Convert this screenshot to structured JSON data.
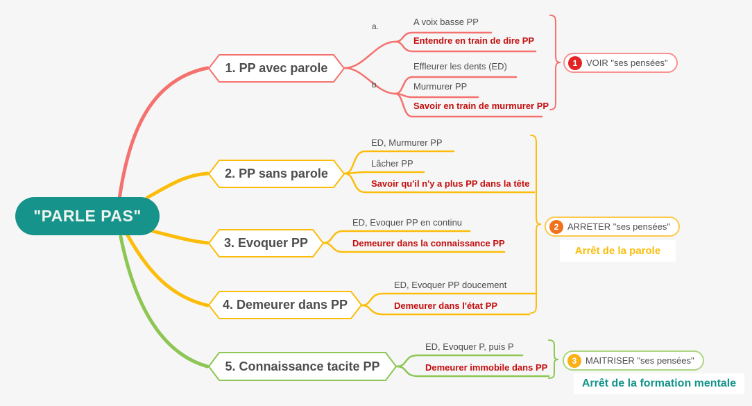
{
  "root": {
    "label": "\"PARLE PAS\""
  },
  "branches": [
    {
      "label": "1. PP avec parole",
      "color": "#f4716e",
      "forks": [
        "a.",
        "b."
      ],
      "leaves": [
        {
          "label": "A voix basse PP",
          "emphasis": false
        },
        {
          "label": "Entendre en train de dire PP",
          "emphasis": true
        },
        {
          "label": "Effleurer les dents (ED)",
          "emphasis": false
        },
        {
          "label": "Murmurer PP",
          "emphasis": false
        },
        {
          "label": "Savoir en train de murmurer PP",
          "emphasis": true
        }
      ]
    },
    {
      "label": "2. PP sans parole",
      "color": "#fbbd0a",
      "leaves": [
        {
          "label": "ED, Murmurer PP",
          "emphasis": false
        },
        {
          "label": "Lâcher PP",
          "emphasis": false
        },
        {
          "label": "Savoir qu'il n'y a plus PP dans la tête",
          "emphasis": true
        }
      ]
    },
    {
      "label": "3. Evoquer PP",
      "color": "#fbbd0a",
      "leaves": [
        {
          "label": "ED, Evoquer PP en continu",
          "emphasis": false
        },
        {
          "label": "Demeurer dans la connaissance PP",
          "emphasis": true
        }
      ]
    },
    {
      "label": "4. Demeurer dans PP",
      "color": "#fbbd0a",
      "leaves": [
        {
          "label": "ED, Evoquer PP doucement",
          "emphasis": false
        },
        {
          "label": "Demeurer dans l'état PP",
          "emphasis": true
        }
      ]
    },
    {
      "label": "5. Connaissance tacite PP",
      "color": "#8dc653",
      "leaves": [
        {
          "label": "ED, Evoquer P, puis P",
          "emphasis": false
        },
        {
          "label": "Demeurer immobile dans PP",
          "emphasis": true
        }
      ]
    }
  ],
  "groups": [
    {
      "badge": "1",
      "label": "VOIR \"ses pensées\""
    },
    {
      "badge": "2",
      "label": "ARRETER \"ses pensées\"",
      "caption": "Arrêt de la parole"
    },
    {
      "badge": "3",
      "label": "MAITRISER \"ses pensées\"",
      "caption": "Arrêt de la formation mentale"
    }
  ],
  "palette": {
    "background": "#f6f6f6",
    "teal": "#16938b",
    "salmon": "#f4716e",
    "yellow": "#fbbd0a",
    "green": "#8dc653",
    "red_text": "#c40e0e",
    "dark_text": "#4d4d4d",
    "badge_red": "#e32424",
    "badge_orange": "#f2711c",
    "badge_amber": "#fbb018",
    "pill1_border": "#f8908e",
    "pill2_border": "#fcc94c",
    "pill3_border": "#aed581",
    "caption_yellow": "#fbbd0a",
    "caption_teal": "#13948b"
  }
}
